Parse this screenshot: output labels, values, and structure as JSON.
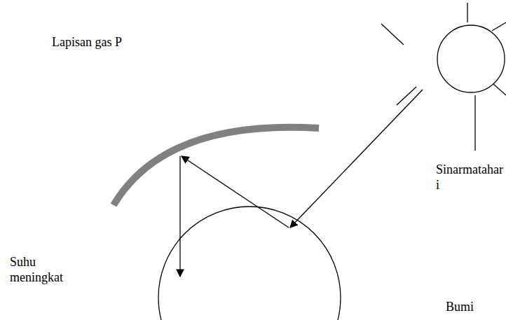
{
  "diagram": {
    "labels": [
      "Lapisan gas P",
      "Sinarmatahari",
      "Suhu meningkat",
      "Bumi"
    ]
  }
}
